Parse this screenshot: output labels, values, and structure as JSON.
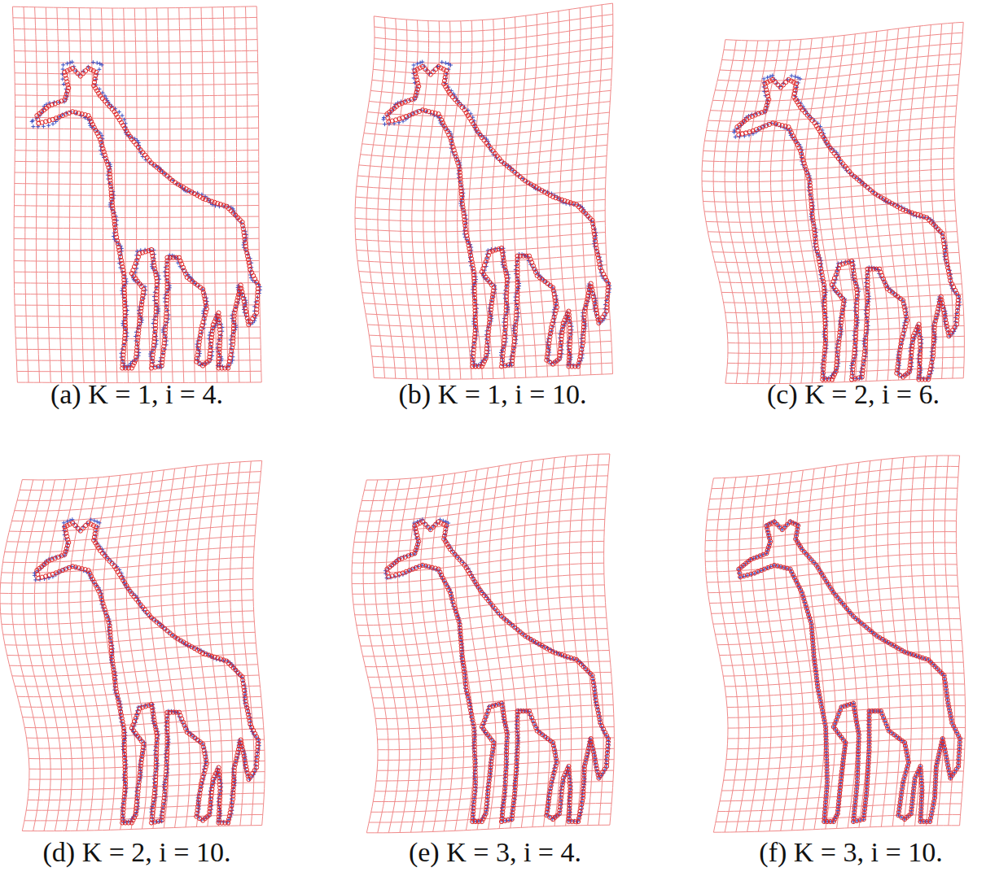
{
  "diagram": {
    "labels": [
      "(a) K = 1, i = 4.",
      "(b) K = 1, i = 10.",
      "(c) K = 2, i = 6.",
      "(d) K = 2, i = 10.",
      "(e) K = 3, i = 4.",
      "(f) K = 3, i = 10."
    ]
  }
}
